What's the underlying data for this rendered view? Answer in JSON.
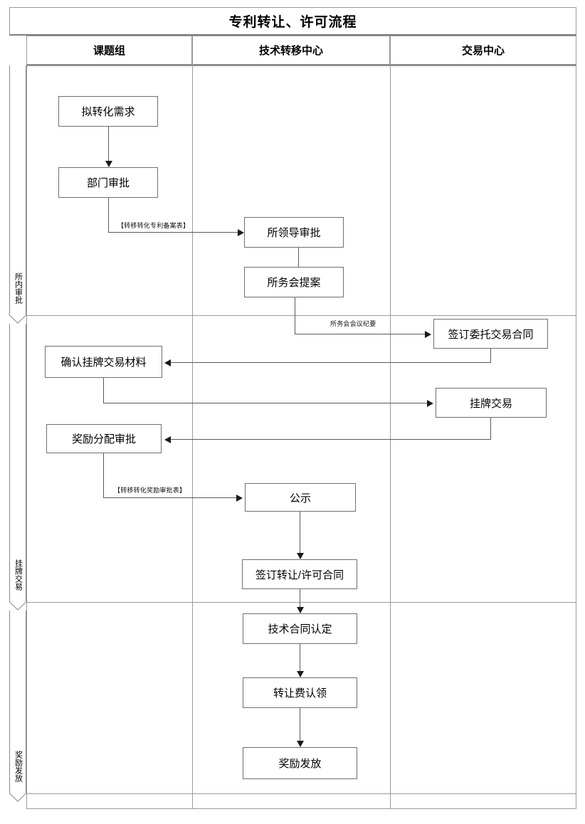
{
  "document": {
    "title": "专利转让、许可流程"
  },
  "lanes": [
    {
      "id": "lane-research-group",
      "label": "课题组"
    },
    {
      "id": "lane-tech-transfer-center",
      "label": "技术转移中心"
    },
    {
      "id": "lane-trading-center",
      "label": "交易中心"
    }
  ],
  "phases": [
    {
      "id": "phase-internal-approval",
      "label": "所内审批"
    },
    {
      "id": "phase-listing-transaction",
      "label": "挂牌交易"
    },
    {
      "id": "phase-award-distribution",
      "label": "奖励发放"
    }
  ],
  "nodes": [
    {
      "id": "node-conversion-demand",
      "label": "拟转化需求",
      "lane": "课题组",
      "phase": "所内审批"
    },
    {
      "id": "node-department-approval",
      "label": "部门审批",
      "lane": "课题组",
      "phase": "所内审批"
    },
    {
      "id": "node-institute-leader-approval",
      "label": "所领导审批",
      "lane": "技术转移中心",
      "phase": "所内审批"
    },
    {
      "id": "node-institute-meeting-proposal",
      "label": "所务会提案",
      "lane": "技术转移中心",
      "phase": "所内审批"
    },
    {
      "id": "node-sign-entrust-contract",
      "label": "签订委托交易合同",
      "lane": "交易中心",
      "phase": "挂牌交易"
    },
    {
      "id": "node-confirm-listing-materials",
      "label": "确认挂牌交易材料",
      "lane": "课题组",
      "phase": "挂牌交易"
    },
    {
      "id": "node-listing-transaction",
      "label": "挂牌交易",
      "lane": "交易中心",
      "phase": "挂牌交易"
    },
    {
      "id": "node-award-allocation-approval",
      "label": "奖励分配审批",
      "lane": "课题组",
      "phase": "挂牌交易"
    },
    {
      "id": "node-public-notice",
      "label": "公示",
      "lane": "技术转移中心",
      "phase": "挂牌交易"
    },
    {
      "id": "node-sign-transfer-license-contract",
      "label": "签订转让/许可合同",
      "lane": "技术转移中心",
      "phase": "挂牌交易"
    },
    {
      "id": "node-tech-contract-recognition",
      "label": "技术合同认定",
      "lane": "技术转移中心",
      "phase": "奖励发放"
    },
    {
      "id": "node-transfer-fee-claim",
      "label": "转让费认领",
      "lane": "技术转移中心",
      "phase": "奖励发放"
    },
    {
      "id": "node-award-issuance",
      "label": "奖励发放",
      "lane": "技术转移中心",
      "phase": "奖励发放"
    }
  ],
  "edge_labels": [
    {
      "id": "edge-patent-filing-form",
      "text": "【转移转化专利备案表】",
      "from": "部门审批",
      "to": "所领导审批"
    },
    {
      "id": "edge-meeting-minutes",
      "text": "所务会会议纪要",
      "from": "所务会提案",
      "to": "签订委托交易合同"
    },
    {
      "id": "edge-award-approval-form",
      "text": "【转移转化奖励审批表】",
      "from": "奖励分配审批",
      "to": "公示"
    }
  ],
  "colors": {
    "node_border": "#6f6f6f",
    "frame_border": "#9a9a9a",
    "connector": "#5a5a5a",
    "arrow": "#1a1a1a",
    "background": "#ffffff",
    "text": "#000000"
  }
}
